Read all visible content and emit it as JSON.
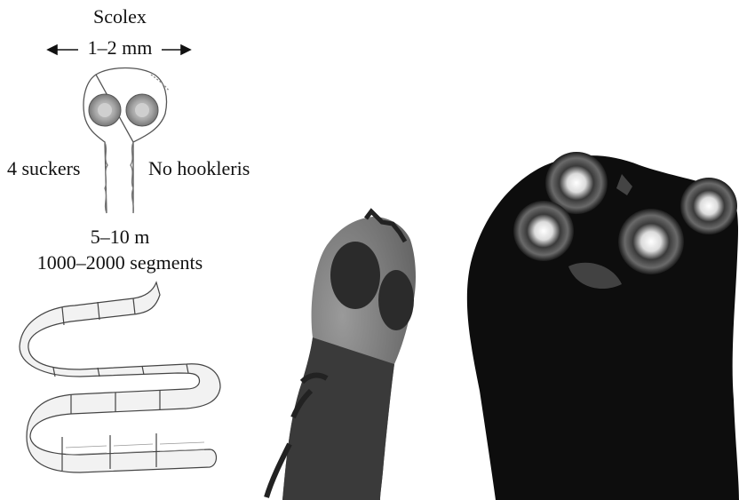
{
  "figure": {
    "scolex_label": "Scolex",
    "scolex_width": "1–2 mm",
    "sucker_label": "4 suckers",
    "hook_label": "No hookleris",
    "length_label": "5–10 m",
    "segments_label": "1000–2000 segments"
  },
  "colors": {
    "ink": "#111111",
    "dark_tissue": "#0d0d0d",
    "mid_tissue": "#4a4a4a",
    "light_tissue": "#8a8a8a",
    "background": "#ffffff"
  }
}
